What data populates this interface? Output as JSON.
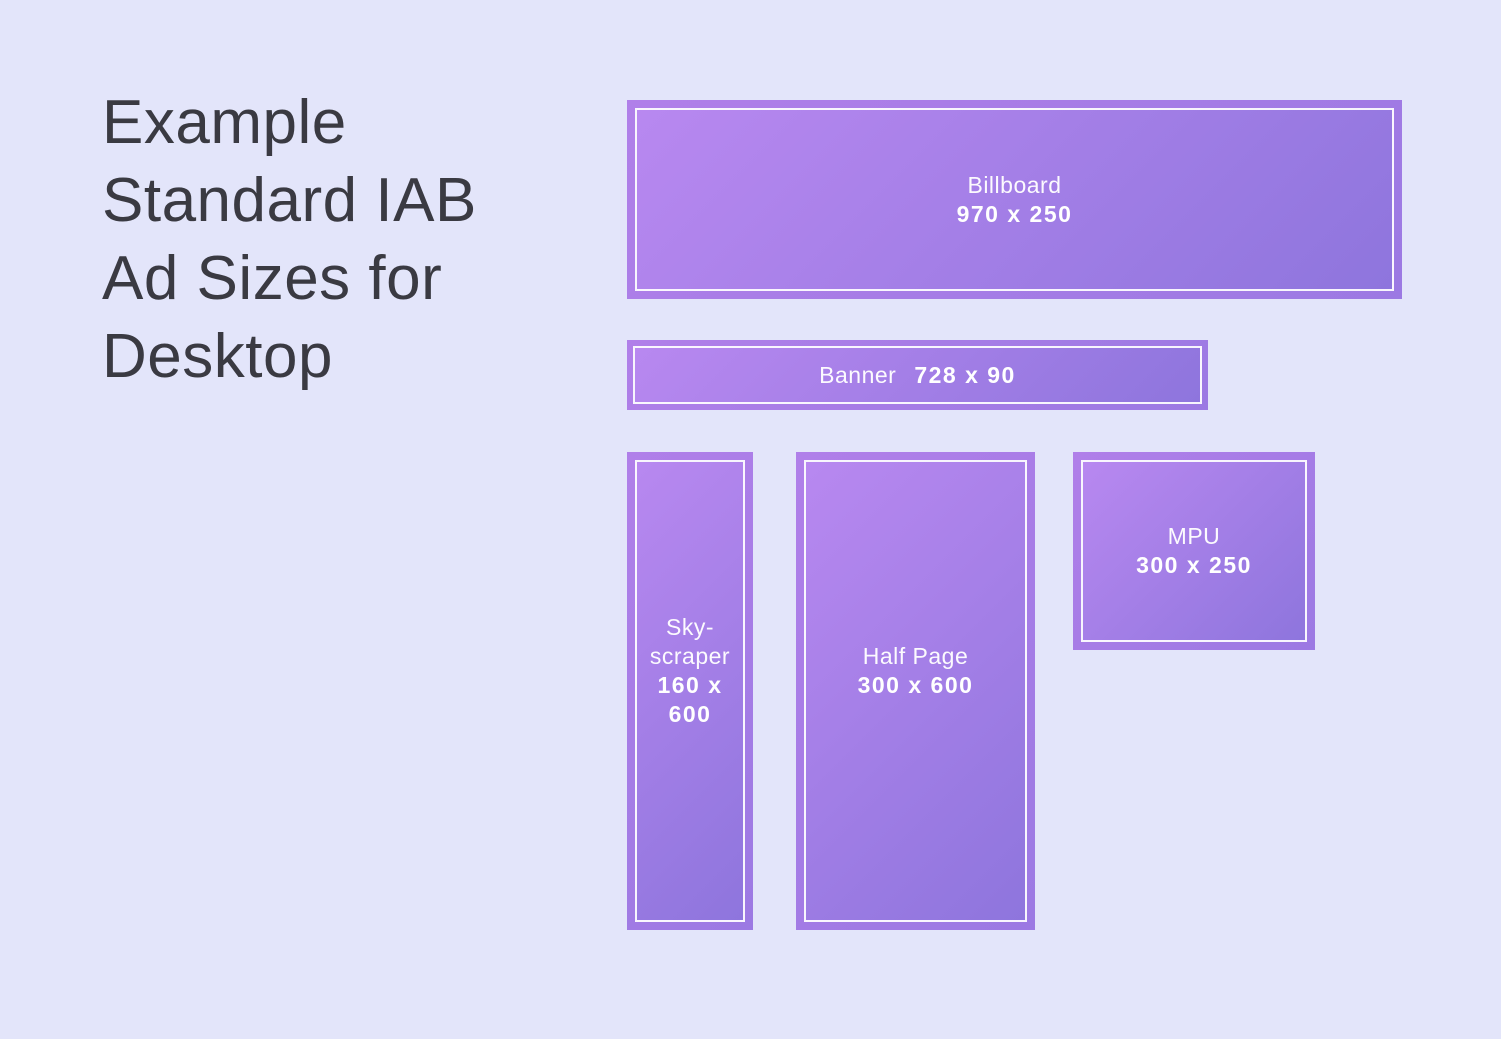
{
  "page": {
    "background": "#e3e5fa",
    "accent_gradient_start": "#b888f0",
    "accent_gradient_end": "#8e75dd",
    "title_color": "#3a3a42",
    "border_color": "#ffffff"
  },
  "title": {
    "text": "Example Standard IAB Ad Sizes for Desktop",
    "lines": [
      "Example",
      "Standard IAB",
      "Ad Sizes for",
      "Desktop"
    ]
  },
  "ads": [
    {
      "id": "billboard",
      "label": "Billboard",
      "size": "970 x 250"
    },
    {
      "id": "banner",
      "label": "Banner",
      "size": "728 x 90"
    },
    {
      "id": "skyscraper",
      "label": "Sky-scraper",
      "size": "160 x 600"
    },
    {
      "id": "half-page",
      "label": "Half Page",
      "size": "300 x 600"
    },
    {
      "id": "mpu",
      "label": "MPU",
      "size": "300 x 250"
    }
  ]
}
